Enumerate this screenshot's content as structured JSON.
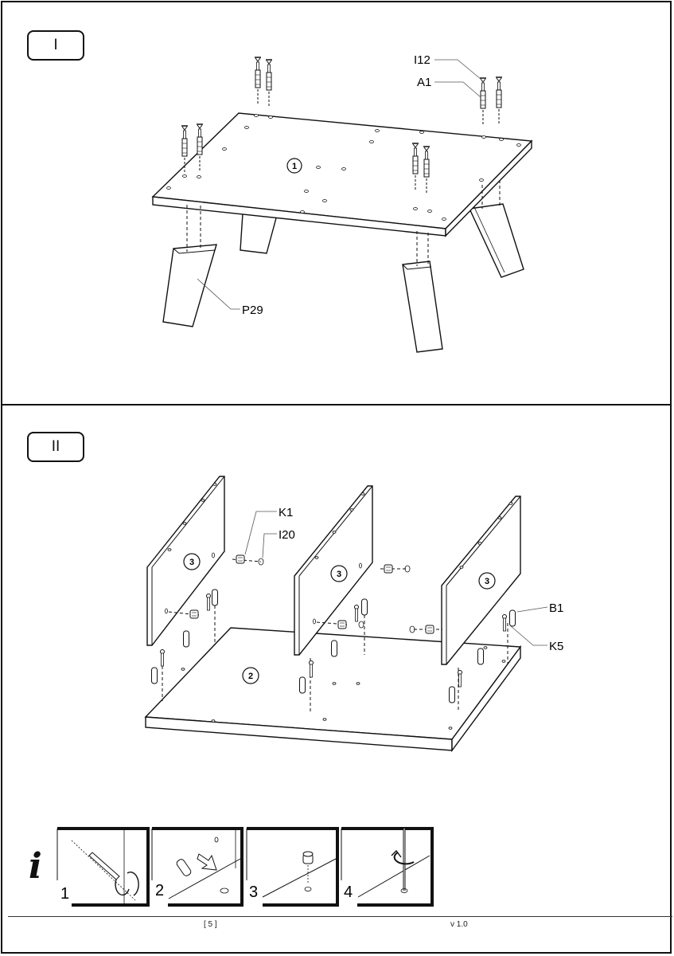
{
  "steps": {
    "step1_label": "I",
    "step2_label": "II"
  },
  "parts": {
    "I12": "I12",
    "A1": "A1",
    "P29": "P29",
    "K1": "K1",
    "I20": "I20",
    "B1": "B1",
    "K5": "K5"
  },
  "panels": {
    "panel1": "1",
    "panel2": "2",
    "panel3": "3"
  },
  "tips": {
    "t1": "1",
    "t2": "2",
    "t3": "3",
    "t4": "4"
  },
  "info_symbol": "i",
  "footer": {
    "page": "[ 5 ]",
    "version": "v 1.0"
  }
}
